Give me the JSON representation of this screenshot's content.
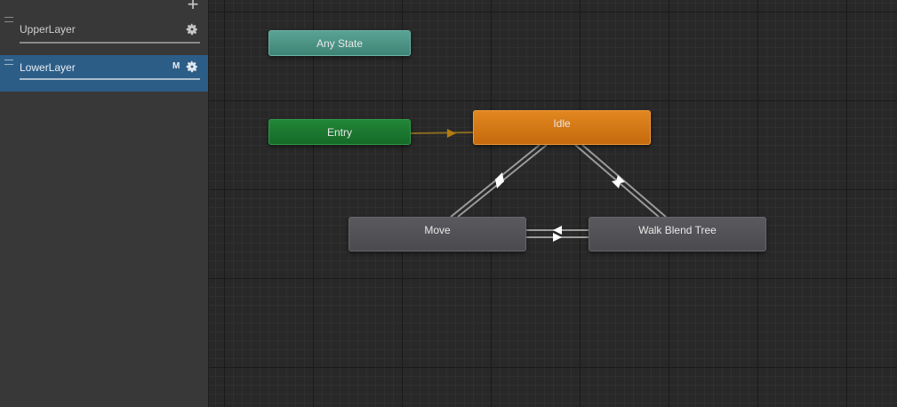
{
  "toolbar": {
    "add_icon": "plus-icon",
    "add_glyph": "+"
  },
  "layers": [
    {
      "name": "UpperLayer",
      "badge": "",
      "selected": false,
      "icon": "gear-icon"
    },
    {
      "name": "LowerLayer",
      "badge": "M",
      "selected": true,
      "icon": "gear-icon"
    }
  ],
  "graph": {
    "states": {
      "any_state": "Any State",
      "entry": "Entry",
      "idle": "Idle",
      "move": "Move",
      "walk_blend_tree": "Walk Blend Tree"
    },
    "transitions": [
      {
        "from": "Entry",
        "to": "Idle",
        "kind": "default"
      },
      {
        "from": "Idle",
        "to": "Move"
      },
      {
        "from": "Move",
        "to": "Idle"
      },
      {
        "from": "Idle",
        "to": "Walk Blend Tree"
      },
      {
        "from": "Walk Blend Tree",
        "to": "Idle"
      },
      {
        "from": "Move",
        "to": "Walk Blend Tree"
      },
      {
        "from": "Walk Blend Tree",
        "to": "Move"
      }
    ]
  },
  "colors": {
    "panel_bg": "#383838",
    "selected_layer": "#2c5d87",
    "graph_bg": "#282828",
    "any_state": "#4f9486",
    "entry": "#1b7a30",
    "idle": "#d77914",
    "state_default": "#525256",
    "transition": "#9a9a9a",
    "entry_transition": "#b27b12"
  }
}
